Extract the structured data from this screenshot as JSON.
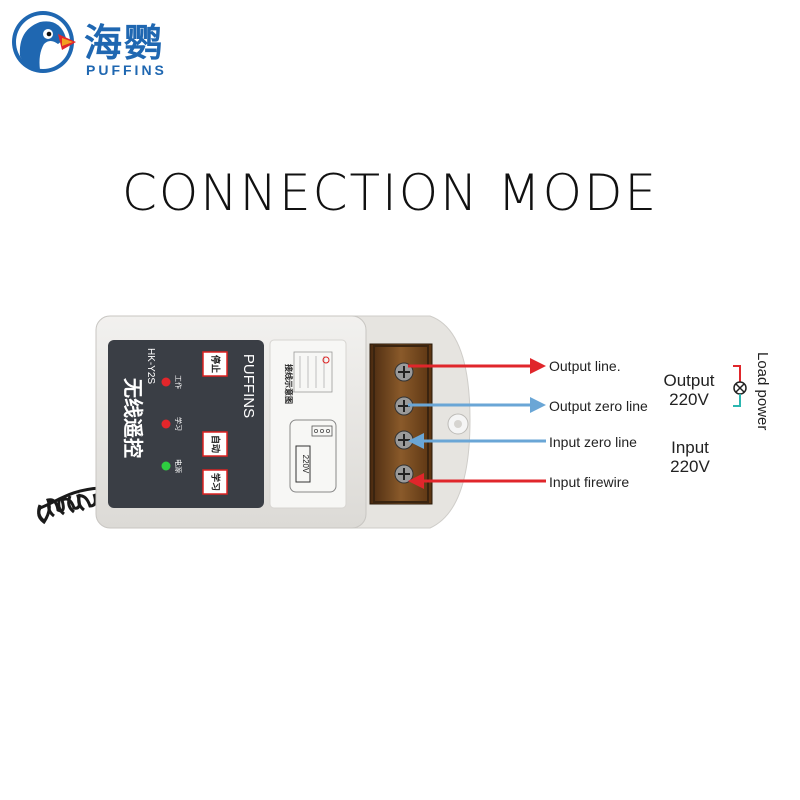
{
  "logo": {
    "cn": "海鹦",
    "en": "PUFFINS"
  },
  "title": "CONNECTION MODE",
  "device": {
    "name_cn": "无线遥控",
    "model": "HK-Y2S",
    "brand": "PUFFINS",
    "btn_stop": "停止",
    "btn_auto": "自动",
    "btn_learn": "学习",
    "led_work": "工作",
    "led_learn": "学习",
    "led_power": "电源",
    "diagram_title": "接线示意图",
    "diagram_voltage": "220V"
  },
  "labels": {
    "output_line": "Output line.",
    "output_zero": "Output zero line",
    "input_zero": "Input zero line",
    "input_fire": "Input firewire",
    "output": "Output",
    "output_v": "220V",
    "input": "Input",
    "input_v": "220V",
    "load_power": "Load power"
  },
  "colors": {
    "brand_blue": "#1f67b1",
    "red_arrow": "#e0262b",
    "blue_arrow": "#6aa6d6",
    "teal_wire": "#2bb6b0"
  }
}
